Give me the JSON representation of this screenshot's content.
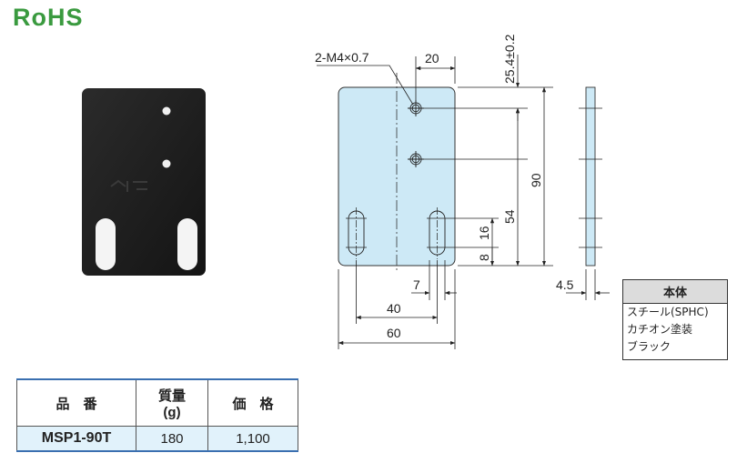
{
  "logo": {
    "text": "RoHS"
  },
  "dimensions": {
    "thread": "2-M4×0.7",
    "d20": "20",
    "d25": "25.4±0.2",
    "d90": "90",
    "d54": "54",
    "d16": "16",
    "d8": "8",
    "d7": "7",
    "d40": "40",
    "d60": "60",
    "d45": "4.5"
  },
  "material": {
    "header": "本体",
    "lines": [
      "スチール(SPHC)",
      "カチオン塗装",
      "ブラック"
    ]
  },
  "spec_table": {
    "headers": {
      "part_no": "品　番",
      "mass": "質量",
      "mass_unit": "(g)",
      "price": "価　格"
    },
    "rows": [
      {
        "part_no": "MSP1-90T",
        "mass": "180",
        "price": "1,100"
      }
    ]
  },
  "colors": {
    "logo": "#3a9a3f",
    "plate_fill": "#cde9f6",
    "table_row": "#e1f2fb",
    "table_rule": "#3a6fb0"
  }
}
